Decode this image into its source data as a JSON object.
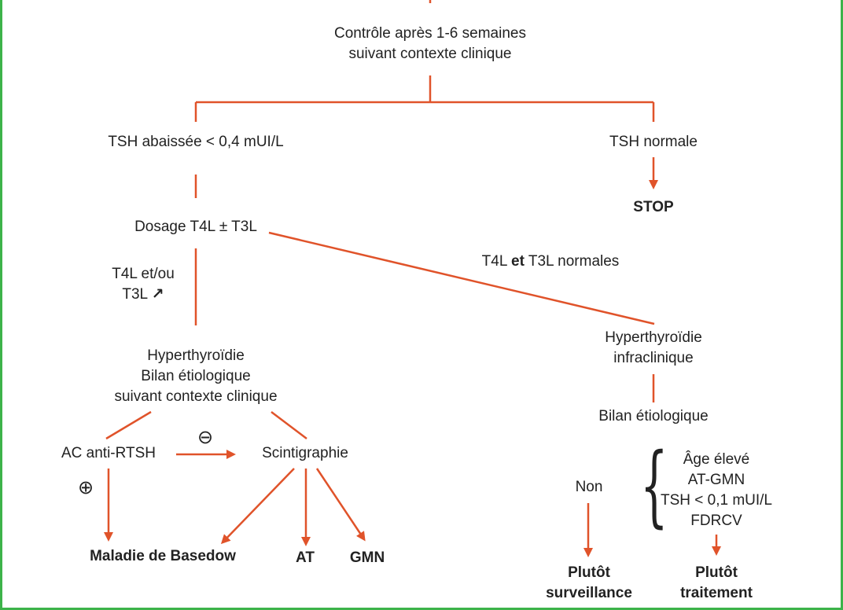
{
  "nodes": {
    "controle_l1": "Contrôle après 1-6 semaines",
    "controle_l2": "suivant contexte clinique",
    "tsh_abaissee": "TSH abaissée < 0,4 mUI/L",
    "tsh_normale": "TSH normale",
    "stop": "STOP",
    "dosage": "Dosage T4L ± T3L",
    "t4l_elevee_l1": "T4L et/ou",
    "t4l_elevee_l2": "T3L",
    "t4l_elevee_arrow": "↗",
    "normales_pre": "T4L",
    "normales_et": "et",
    "normales_post": "T3L normales",
    "hyper_l1": "Hyperthyroïdie",
    "hyper_l2": "Bilan étiologique",
    "hyper_l3": "suivant contexte clinique",
    "infra_l1": "Hyperthyroïdie",
    "infra_l2": "infraclinique",
    "bilan_etiologique": "Bilan étiologique",
    "ac_anti_rtsh": "AC anti-RTSH",
    "scintigraphie": "Scintigraphie",
    "minus_sign": "⊖",
    "plus_sign": "⊕",
    "basedow": "Maladie de Basedow",
    "at": "AT",
    "gmn": "GMN",
    "non": "Non",
    "criteria": [
      "Âge élevé",
      "AT-GMN",
      "TSH < 0,1 mUI/L",
      "FDRCV"
    ],
    "plutot_surv_l1": "Plutôt",
    "plutot_surv_l2": "surveillance",
    "plutot_trait_l1": "Plutôt",
    "plutot_trait_l2": "traitement"
  },
  "colors": {
    "connector": "#e0532a",
    "frame": "#3db34a",
    "text": "#222222"
  }
}
